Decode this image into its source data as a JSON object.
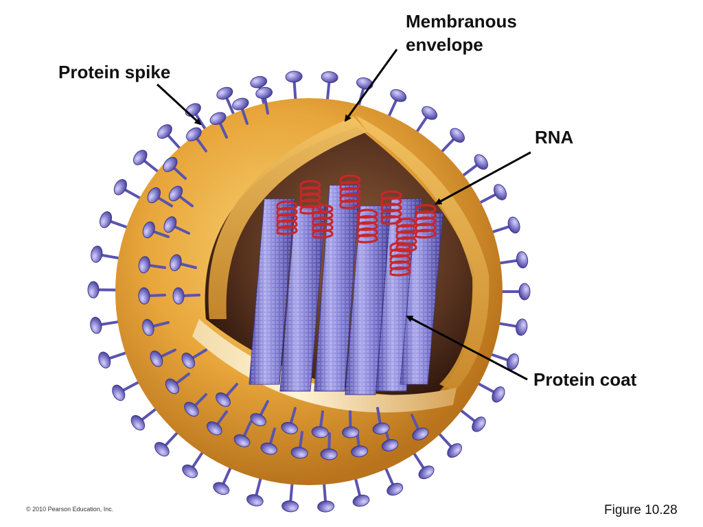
{
  "labels": {
    "membranous_envelope_line1": "Membranous",
    "membranous_envelope_line2": "envelope",
    "protein_spike": "Protein spike",
    "rna": "RNA",
    "protein_coat": "Protein coat"
  },
  "footer": {
    "copyright": "© 2010 Pearson Education, Inc.",
    "figure": "Figure 10.28"
  },
  "colors": {
    "envelope": "#e6a53a",
    "envelope_dark": "#b8731c",
    "spike": "#6d63b8",
    "capsid": "#7b77cf",
    "rna": "#c8262a",
    "interior": "#3a1f10"
  }
}
